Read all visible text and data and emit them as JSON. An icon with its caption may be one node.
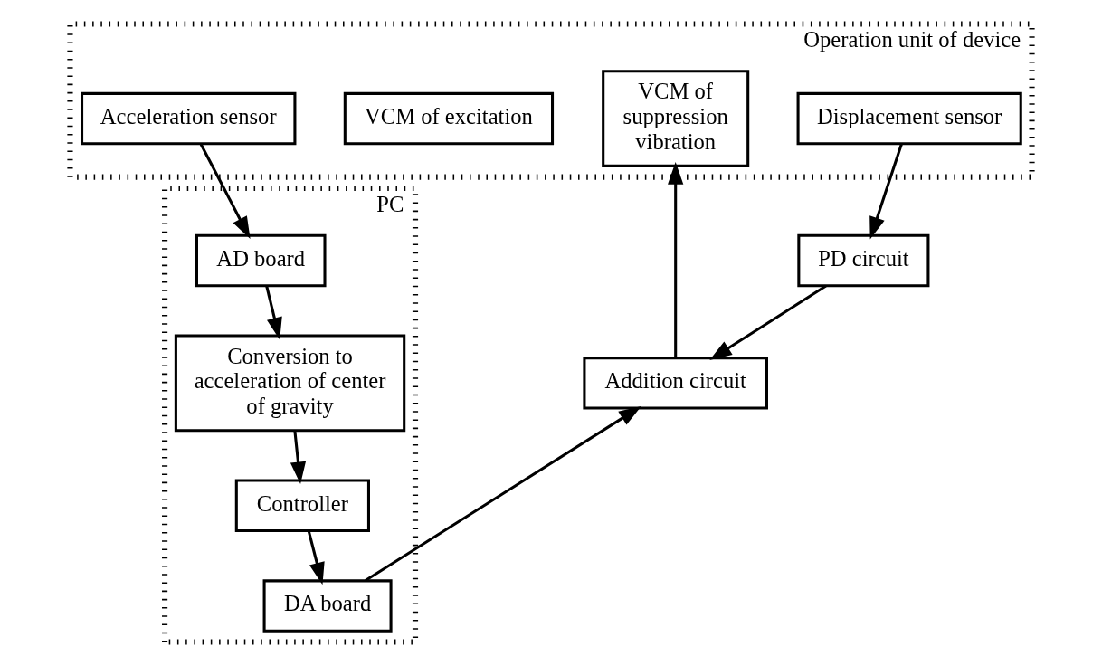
{
  "diagram": {
    "nodes": [
      {
        "text": [
          "PD circuit"
        ]
      },
      {
        "text": [
          "Addition circuit"
        ]
      },
      {
        "text": [
          "Operation unit of device"
        ]
      },
      {
        "text": [
          "VCM of suppression vibration"
        ],
        "in": 2
      },
      {
        "text": [
          "Displacement sensor"
        ],
        "in": 2
      },
      {
        "text": [
          "VCM of excitation"
        ],
        "in": 2
      },
      {
        "text": [
          "Acceleration sensor"
        ],
        "in": 2
      },
      {
        "text": [
          "PC"
        ]
      },
      {
        "text": [
          "DA board"
        ],
        "in": 7
      },
      {
        "text": [
          "Controller"
        ],
        "in": 7
      },
      {
        "text": [
          "Conversion to acceleration of center of gravity"
        ],
        "in": 7
      },
      {
        "text": [
          "AD board"
        ],
        "in": 7
      }
    ],
    "edges": [
      {
        "from": 4,
        "to": 0,
        "arrow": "to"
      },
      {
        "from": 0,
        "to": 1,
        "arrow": "to"
      },
      {
        "from": 8,
        "to": 1,
        "arrow": "to"
      },
      {
        "from": 1,
        "to": 3,
        "arrow": "to"
      },
      {
        "from": 6,
        "to": 11,
        "arrow": "to"
      },
      {
        "from": 11,
        "to": 10,
        "arrow": "to"
      },
      {
        "from": 10,
        "to": 9,
        "arrow": "to"
      },
      {
        "from": 9,
        "to": 8,
        "arrow": "to"
      }
    ]
  }
}
